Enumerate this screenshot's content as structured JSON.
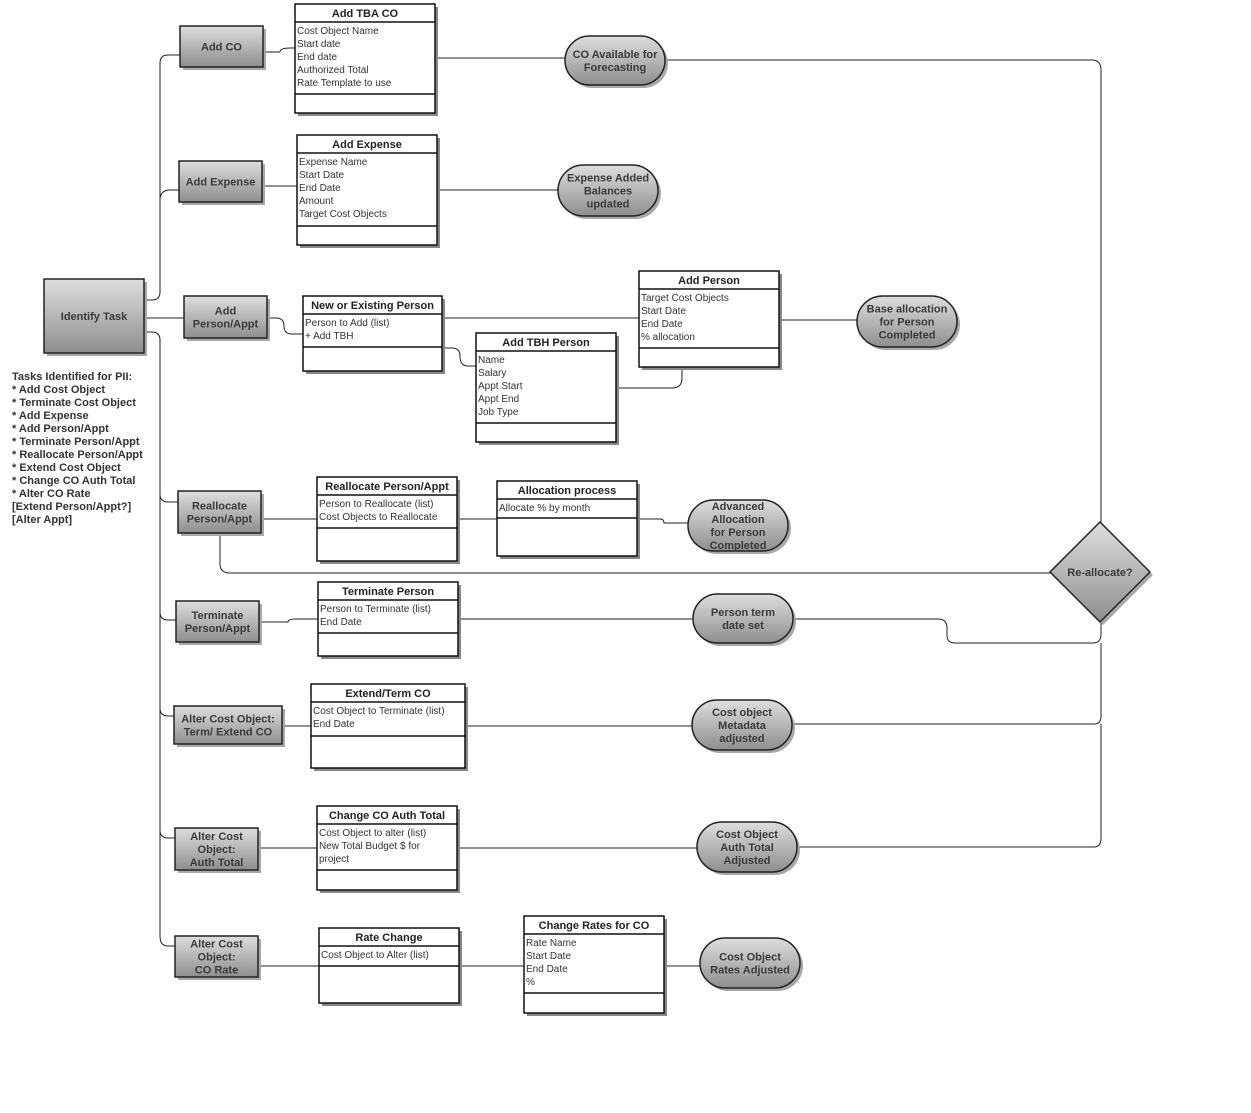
{
  "diagram": {
    "start": {
      "label": "Identify Task"
    },
    "notes": [
      "  Tasks Identified for PII:",
      "* Add Cost Object",
      "* Terminate Cost Object",
      "* Add Expense",
      "* Add Person/Appt",
      "* Terminate Person/Appt",
      "* Reallocate Person/Appt",
      "* Extend Cost Object",
      "* Change CO Auth Total",
      "* Alter CO Rate",
      "[Extend Person/Appt?]",
      "[Alter Appt]"
    ],
    "tasks": [
      {
        "id": "add-co",
        "lines": [
          "Add  CO"
        ]
      },
      {
        "id": "add-expense",
        "lines": [
          "Add Expense"
        ]
      },
      {
        "id": "add-person-appt",
        "lines": [
          "Add",
          "Person/Appt"
        ]
      },
      {
        "id": "reallocate-person-appt",
        "lines": [
          "Reallocate",
          "Person/Appt"
        ]
      },
      {
        "id": "terminate-person-appt",
        "lines": [
          "Terminate",
          "Person/Appt"
        ]
      },
      {
        "id": "alter-co-term-extend",
        "lines": [
          "Alter Cost Object:",
          "Term/ Extend CO"
        ]
      },
      {
        "id": "alter-co-auth-total",
        "lines": [
          "Alter Cost",
          "Object:",
          "Auth Total"
        ]
      },
      {
        "id": "alter-co-rate",
        "lines": [
          "Alter Cost",
          "Object:",
          "CO Rate"
        ]
      }
    ],
    "forms": [
      {
        "id": "add-tba-co",
        "title": "Add  TBA CO",
        "fields": [
          "Cost Object Name",
          "Start date",
          "End date",
          "Authorized Total",
          "Rate Template to use"
        ]
      },
      {
        "id": "add-expense-form",
        "title": "Add Expense",
        "fields": [
          "Expense Name",
          "Start Date",
          "End Date",
          "Amount",
          "Target Cost Objects"
        ]
      },
      {
        "id": "new-or-existing-person",
        "title": "New or Existing Person",
        "fields": [
          "Person to Add (list)",
          "+ Add TBH"
        ]
      },
      {
        "id": "add-tbh-person",
        "title": "Add TBH Person",
        "fields": [
          "Name",
          "Salary",
          "Appt Start",
          "Appt End",
          "Job Type"
        ]
      },
      {
        "id": "add-person",
        "title": "Add Person",
        "fields": [
          "Target Cost Objects",
          "Start Date",
          "End Date",
          "% allocation"
        ]
      },
      {
        "id": "reallocate-person-appt-form",
        "title": "Reallocate Person/Appt",
        "fields": [
          "Person to Reallocate (list)",
          "Cost Objects to Reallocate"
        ]
      },
      {
        "id": "allocation-process",
        "title": "Allocation process",
        "fields": [
          "Allocate % by month"
        ]
      },
      {
        "id": "terminate-person",
        "title": "Terminate Person",
        "fields": [
          "Person to Terminate (list)",
          "End Date"
        ]
      },
      {
        "id": "extend-term-co",
        "title": "Extend/Term CO",
        "fields": [
          "Cost Object to Terminate (list)",
          "End Date"
        ]
      },
      {
        "id": "change-co-auth-total",
        "title": "Change CO Auth Total",
        "fields": [
          "Cost Object to alter (list)",
          "New Total Budget $ for",
          "project"
        ]
      },
      {
        "id": "rate-change",
        "title": "Rate Change",
        "fields": [
          "Cost Object to Alter (list)"
        ]
      },
      {
        "id": "change-rates-for-co",
        "title": "Change Rates for CO",
        "fields": [
          "Rate Name",
          "Start Date",
          "End Date",
          "%"
        ]
      }
    ],
    "outcomes": [
      {
        "id": "co-available",
        "lines": [
          "CO Available for",
          "Forecasting"
        ]
      },
      {
        "id": "expense-added",
        "lines": [
          "Expense Added",
          "Balances",
          "updated"
        ]
      },
      {
        "id": "base-allocation",
        "lines": [
          "Base allocation",
          "for Person",
          "Completed"
        ]
      },
      {
        "id": "advanced-allocation",
        "lines": [
          "Advanced",
          "Allocation",
          "for Person",
          "Completed"
        ]
      },
      {
        "id": "person-term-date",
        "lines": [
          "Person term",
          "date set"
        ]
      },
      {
        "id": "co-metadata",
        "lines": [
          "Cost object",
          "Metadata",
          "adjusted"
        ]
      },
      {
        "id": "co-auth-total-adjusted",
        "lines": [
          "Cost Object",
          "Auth Total",
          "Adjusted"
        ]
      },
      {
        "id": "co-rates-adjusted",
        "lines": [
          "Cost Object",
          "Rates Adjusted"
        ]
      }
    ],
    "decision": {
      "label": "Re-allocate?"
    },
    "colors": {
      "stroke": "#222222",
      "fill_light": "#d8d8d8",
      "fill_dark": "#8c8c8c",
      "shadow": "#9a9a9a"
    }
  }
}
